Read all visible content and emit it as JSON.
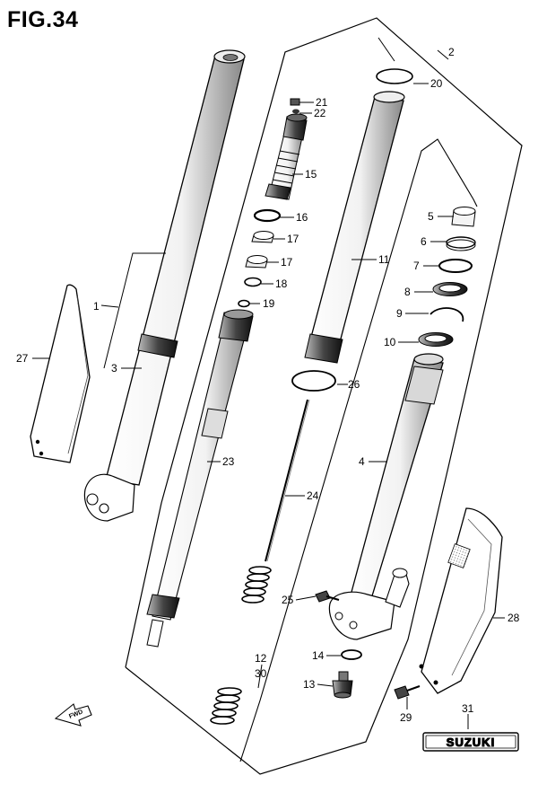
{
  "figure": {
    "title": "FIG.34"
  },
  "callouts": {
    "c1": "1",
    "c2": "2",
    "c3": "3",
    "c4": "4",
    "c5": "5",
    "c6": "6",
    "c7": "7",
    "c8": "8",
    "c9": "9",
    "c10": "10",
    "c11": "11",
    "c12": "12",
    "c13": "13",
    "c14": "14",
    "c15": "15",
    "c16": "16",
    "c17a": "17",
    "c17b": "17",
    "c18": "18",
    "c19": "19",
    "c20": "20",
    "c21": "21",
    "c22": "22",
    "c23": "23",
    "c24": "24",
    "c25": "25",
    "c26": "26",
    "c27": "27",
    "c28": "28",
    "c29": "29",
    "c30": "30",
    "c31": "31"
  },
  "direction_arrow": {
    "label": "FWD"
  },
  "decal": {
    "text": "SUZUKI"
  }
}
